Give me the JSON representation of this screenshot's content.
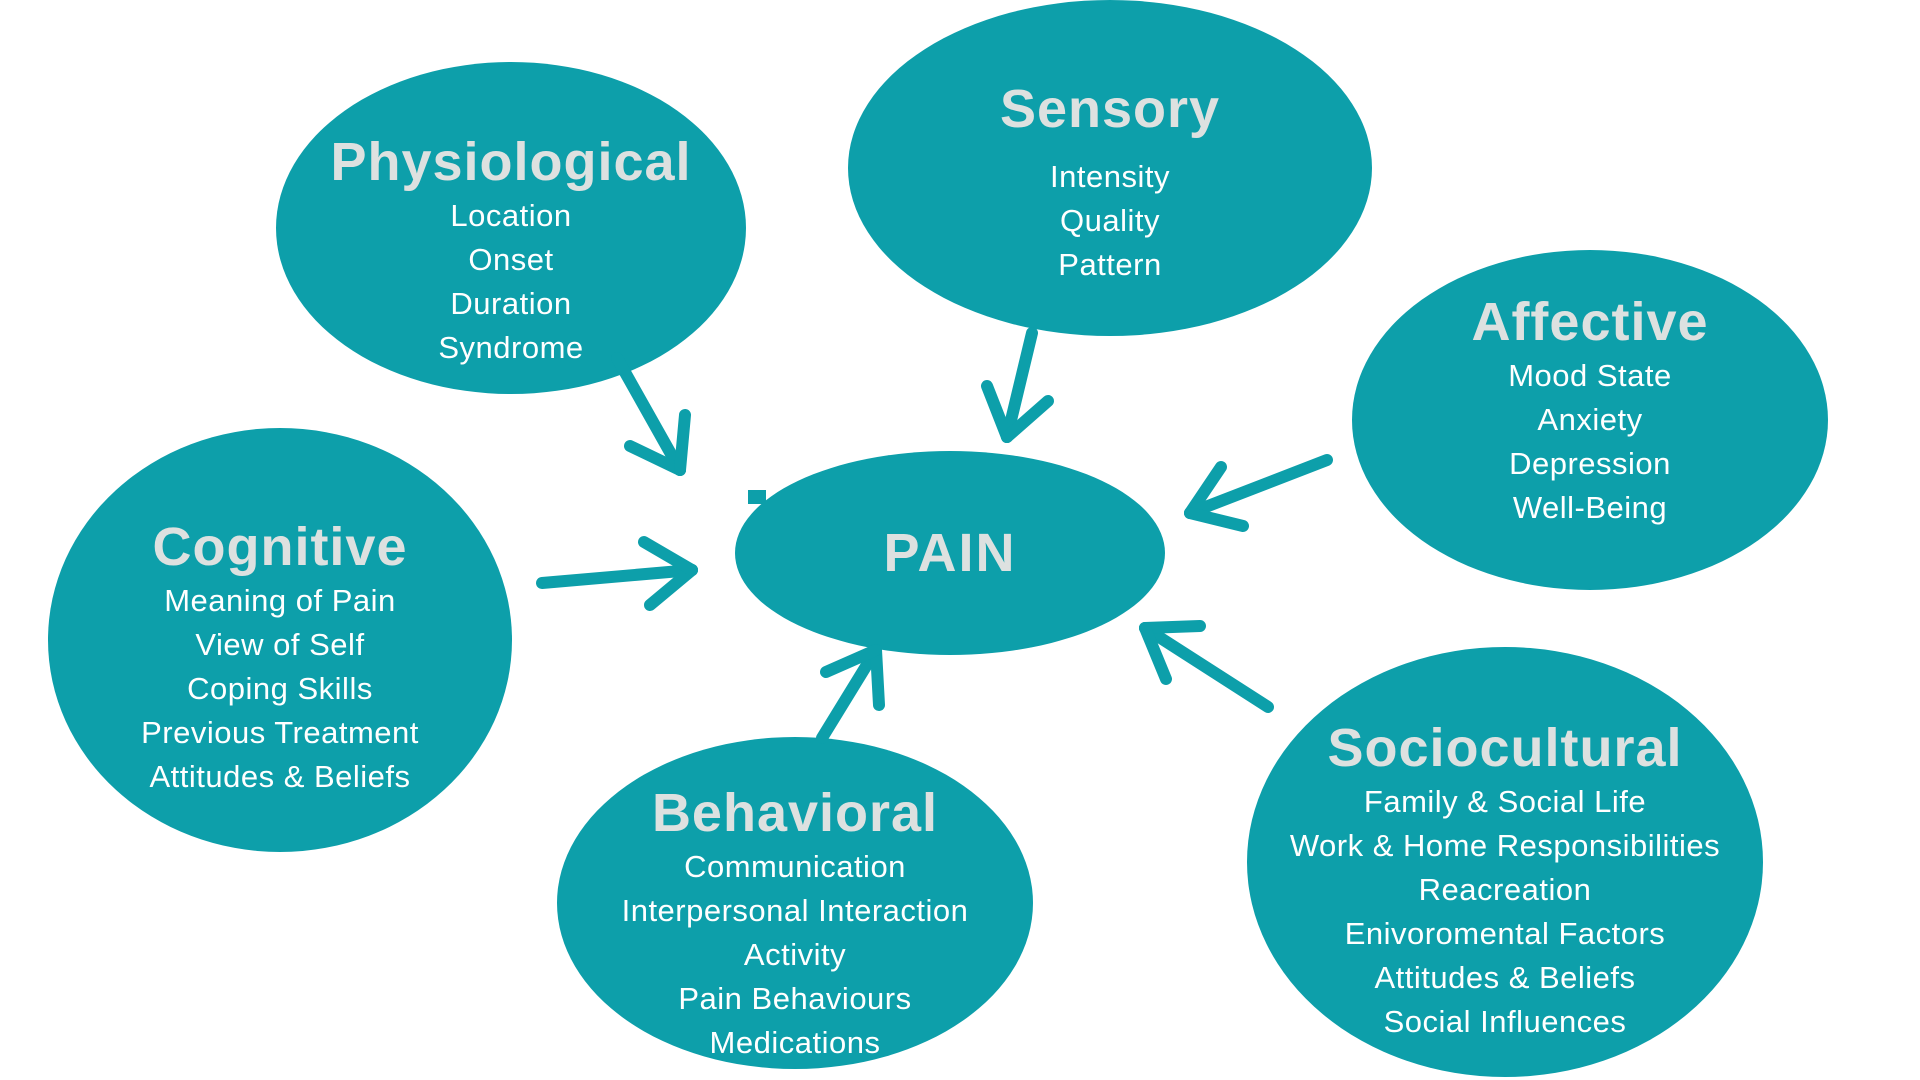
{
  "diagram": {
    "background": "#FFFFFF",
    "colors": {
      "node_fill": "#0D9FAA",
      "title_color": "#DDE1E0",
      "item_color": "#FFFFFF"
    },
    "center": {
      "label": "PAIN"
    },
    "nodes": {
      "physiological": {
        "title": "Physiological",
        "items": [
          "Location",
          "Onset",
          "Duration",
          "Syndrome"
        ]
      },
      "sensory": {
        "title": "Sensory",
        "items": [
          "Intensity",
          "Quality",
          "Pattern"
        ]
      },
      "affective": {
        "title": "Affective",
        "items": [
          "Mood State",
          "Anxiety",
          "Depression",
          "Well-Being"
        ]
      },
      "cognitive": {
        "title": "Cognitive",
        "items": [
          "Meaning of Pain",
          "View of Self",
          "Coping Skills",
          "Previous Treatment",
          "Attitudes & Beliefs"
        ]
      },
      "behavioral": {
        "title": "Behavioral",
        "items": [
          "Communication",
          "Interpersonal Interaction",
          "Activity",
          "Pain Behaviours",
          "Medications"
        ]
      },
      "sociocultural": {
        "title": "Sociocultural",
        "items": [
          "Family & Social Life",
          "Work & Home Responsibilities",
          "Reacreation",
          "Enivoromental Factors",
          "Attitudes & Beliefs",
          "Social Influences"
        ]
      }
    }
  }
}
